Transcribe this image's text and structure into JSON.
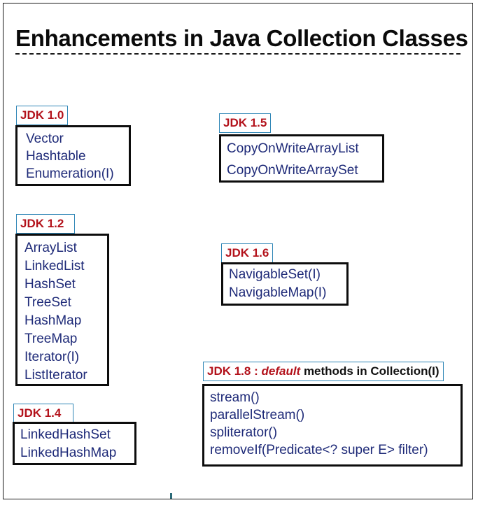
{
  "title": "Enhancements in Java Collection Classes",
  "groups": {
    "jdk10": {
      "label": "JDK 1.0",
      "items": [
        "Vector",
        "Hashtable",
        "Enumeration(I)"
      ]
    },
    "jdk12": {
      "label": "JDK 1.2",
      "items": [
        "ArrayList",
        "LinkedList",
        "HashSet",
        "TreeSet",
        "HashMap",
        "TreeMap",
        "Iterator(I)",
        "ListIterator"
      ]
    },
    "jdk14": {
      "label": "JDK 1.4",
      "items": [
        "LinkedHashSet",
        "LinkedHashMap"
      ]
    },
    "jdk15": {
      "label": "JDK 1.5",
      "items": [
        "CopyOnWriteArrayList",
        "CopyOnWriteArraySet"
      ]
    },
    "jdk16": {
      "label": "JDK 1.6",
      "items": [
        "NavigableSet(I)",
        "NavigableMap(I)"
      ]
    },
    "jdk18": {
      "label_prefix": "JDK 1.8 : ",
      "label_keyword": "default",
      "label_suffix": " methods in Collection(I)",
      "items": [
        "stream()",
        "parallelStream()",
        "spliterator()",
        "removeIf(Predicate<? super E> filter)"
      ]
    }
  },
  "colors": {
    "label_text": "#b3121b",
    "label_border": "#2f86b6",
    "item_text": "#1e2a78",
    "box_border": "#0d0d0d"
  }
}
